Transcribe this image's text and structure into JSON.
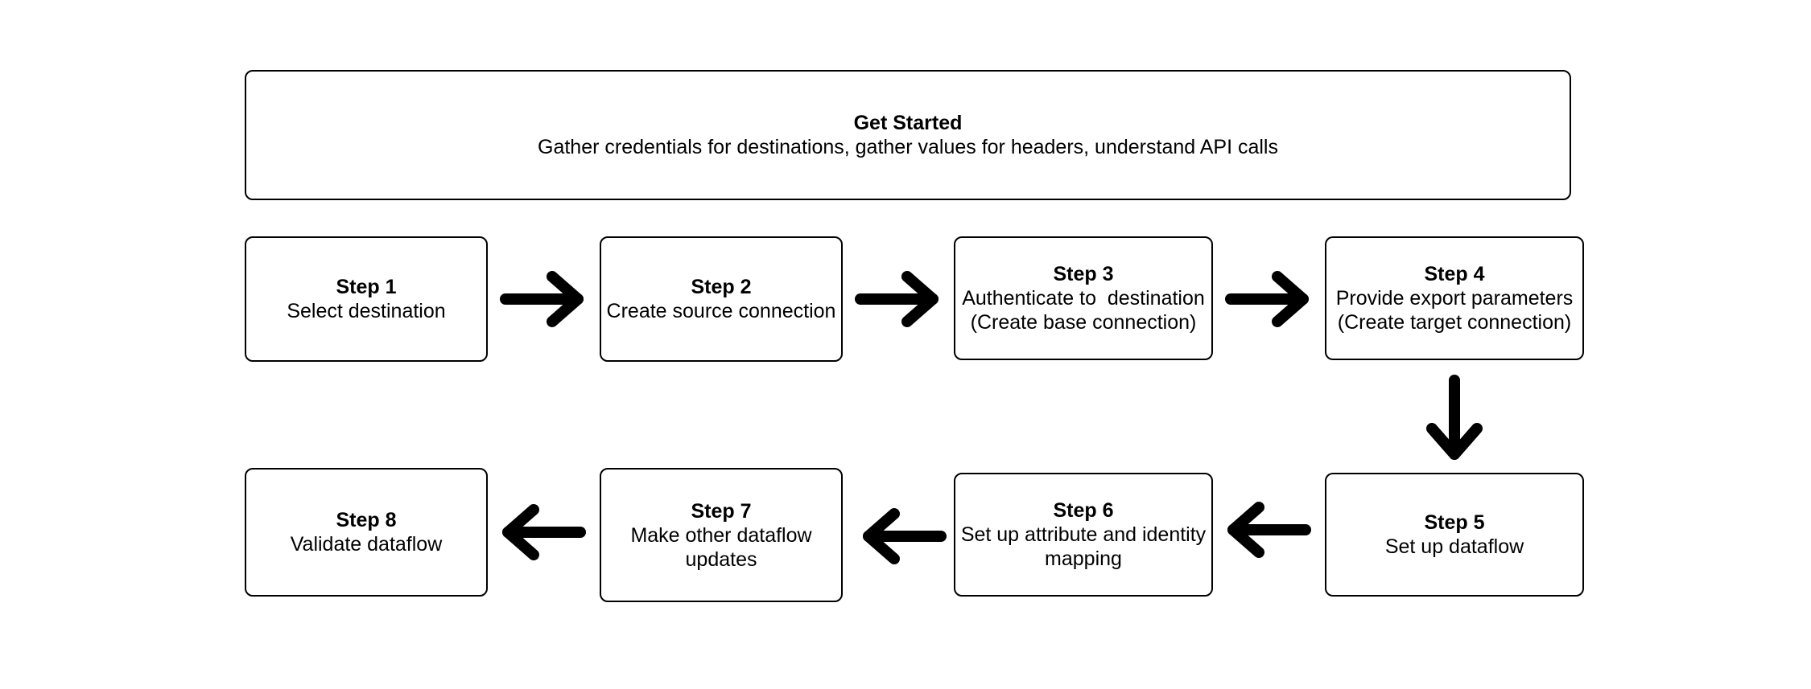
{
  "header": {
    "title": "Get Started",
    "description": "Gather credentials for destinations, gather values for headers, understand API calls"
  },
  "steps": [
    {
      "title": "Step 1",
      "lines": [
        "Select destination"
      ]
    },
    {
      "title": "Step 2",
      "lines": [
        "Create source connection"
      ]
    },
    {
      "title": "Step 3",
      "lines": [
        "Authenticate to  destination",
        "(Create base connection)"
      ]
    },
    {
      "title": "Step 4",
      "lines": [
        "Provide export parameters",
        "(Create target connection)"
      ]
    },
    {
      "title": "Step 5",
      "lines": [
        "Set up dataflow"
      ]
    },
    {
      "title": "Step 6",
      "lines": [
        "Set up attribute and identity",
        "mapping"
      ]
    },
    {
      "title": "Step 7",
      "lines": [
        "Make other dataflow",
        "updates"
      ]
    },
    {
      "title": "Step 8",
      "lines": [
        "Validate dataflow"
      ]
    }
  ],
  "arrows": [
    {
      "icon": "arrow-right-icon",
      "from": "Step 1",
      "to": "Step 2"
    },
    {
      "icon": "arrow-right-icon",
      "from": "Step 2",
      "to": "Step 3"
    },
    {
      "icon": "arrow-right-icon",
      "from": "Step 3",
      "to": "Step 4"
    },
    {
      "icon": "arrow-down-icon",
      "from": "Step 4",
      "to": "Step 5"
    },
    {
      "icon": "arrow-left-icon",
      "from": "Step 5",
      "to": "Step 6"
    },
    {
      "icon": "arrow-left-icon",
      "from": "Step 6",
      "to": "Step 7"
    },
    {
      "icon": "arrow-left-icon",
      "from": "Step 7",
      "to": "Step 8"
    }
  ],
  "colors": {
    "stroke": "#000000",
    "background": "#ffffff"
  }
}
